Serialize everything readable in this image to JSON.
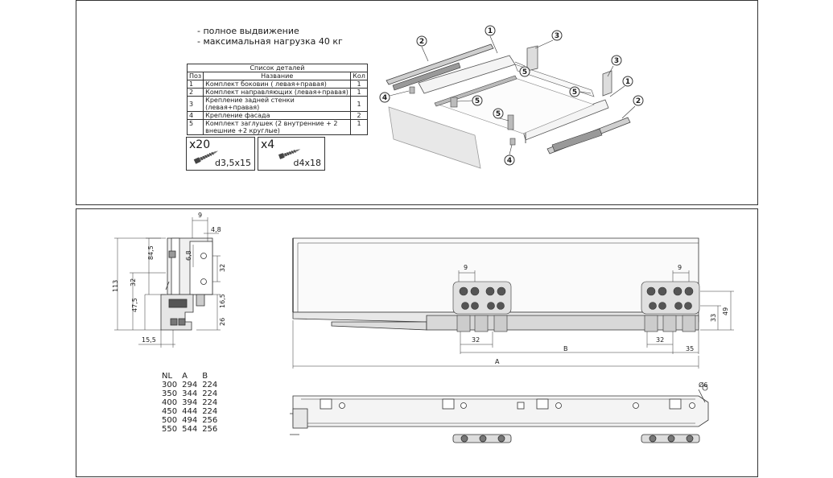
{
  "features": [
    "- полное выдвижение",
    "- максимальная нагрузка 40 кг"
  ],
  "parts_table": {
    "title": "Список деталей",
    "headers": [
      "Поз",
      "Название",
      "Кол"
    ],
    "rows": [
      {
        "pos": "1",
        "name": "Комплект боковин ( левая+правая)",
        "qty": "1"
      },
      {
        "pos": "2",
        "name": "Комплект направляющих (левая+правая)",
        "qty": "1"
      },
      {
        "pos": "3",
        "name": "Крепление задней стенки (левая+правая)",
        "qty": "1"
      },
      {
        "pos": "4",
        "name": "Крепление фасада",
        "qty": "2"
      },
      {
        "pos": "5",
        "name": "Комплект заглушек (2 внутренние + 2 внешние +2 круглые)",
        "qty": "1"
      }
    ]
  },
  "screws": [
    {
      "count": "x20",
      "size": "d3,5x15"
    },
    {
      "count": "x4",
      "size": "d4x18"
    }
  ],
  "callouts": [
    "1",
    "2",
    "3",
    "4",
    "5"
  ],
  "dimensions": {
    "d9": "9",
    "d4_8": "4,8",
    "d6_8": "6,8",
    "d84_5": "84,5",
    "d32": "32",
    "d16_5": "16,5",
    "d26": "26",
    "d47_5": "47,5",
    "d113": "113",
    "d15_5": "15,5",
    "d49": "49",
    "d33": "33",
    "d35": "35",
    "A": "A",
    "B": "B",
    "d6": "Ø6"
  },
  "nl_table": {
    "headers": [
      "NL",
      "A",
      "B"
    ],
    "rows": [
      [
        "300",
        "294",
        "224"
      ],
      [
        "350",
        "344",
        "224"
      ],
      [
        "400",
        "394",
        "224"
      ],
      [
        "450",
        "444",
        "224"
      ],
      [
        "500",
        "494",
        "256"
      ],
      [
        "550",
        "544",
        "256"
      ]
    ]
  }
}
